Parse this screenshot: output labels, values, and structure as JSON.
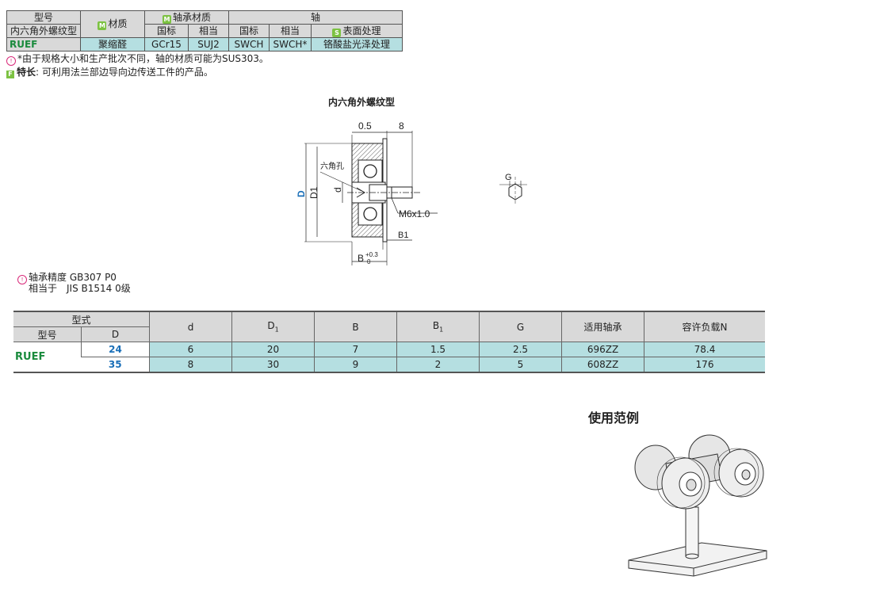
{
  "material_table": {
    "h_type": "型号",
    "h_material": "材质",
    "h_bearing_material": "轴承材质",
    "h_shaft": "轴",
    "row_label": "内六角外螺纹型",
    "h_gb": "国标",
    "h_equiv": "相当",
    "h_gb2": "国标",
    "h_equiv2": "相当",
    "h_surface": "表面处理",
    "model": "RUEF",
    "material": "聚缩醛",
    "bearing_gb": "GCr15",
    "bearing_equiv": "SUJ2",
    "shaft_gb": "SWCH",
    "shaft_equiv": "SWCH*",
    "surface": "铬酸盐光泽处理",
    "badge_m": "M",
    "badge_s": "S"
  },
  "notes": {
    "note1": "*由于规格大小和生产批次不同，轴的材质可能为SUS303。",
    "feature_label": "特长",
    "feature_text": "可利用法兰部边导向边传送工件的产品。",
    "badge_f": "F"
  },
  "drawing": {
    "title": "内六角外螺纹型",
    "dim_05": "0.5",
    "dim_8": "8",
    "hex_hole": "六角孔",
    "label_D": "D",
    "label_D1": "D1",
    "label_d": "d",
    "thread": "M6x1.0",
    "label_B1": "B1",
    "label_B": "B",
    "tol_upper": "+0.3",
    "tol_lower": "0",
    "label_G": "G"
  },
  "precision": {
    "line1": "轴承精度 GB307 P0",
    "line2": "相当于　JIS B1514 0级"
  },
  "spec_table": {
    "h_model_type": "型式",
    "h_model": "型号",
    "h_D": "D",
    "h_d": "d",
    "h_D1": "D",
    "h_D1_sub": "1",
    "h_B": "B",
    "h_B1": "B",
    "h_B1_sub": "1",
    "h_G": "G",
    "h_bearing": "适用轴承",
    "h_load": "容许负载N",
    "model": "RUEF",
    "rows": [
      {
        "D": "24",
        "d": "6",
        "D1": "20",
        "B": "7",
        "B1": "1.5",
        "G": "2.5",
        "bearing": "696ZZ",
        "load": "78.4"
      },
      {
        "D": "35",
        "d": "8",
        "D1": "30",
        "B": "9",
        "B1": "2",
        "G": "5",
        "bearing": "608ZZ",
        "load": "176"
      }
    ]
  },
  "usage": {
    "title": "使用范例"
  }
}
